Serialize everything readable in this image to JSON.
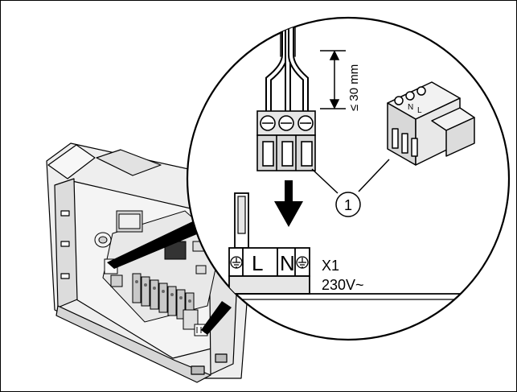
{
  "diagram": {
    "dimension_label": "≤ 30 mm",
    "callout_number": "1",
    "terminal_l": "L",
    "terminal_n": "N",
    "connector_id": "X1",
    "voltage": "230V~",
    "plug_n": "N",
    "plug_l": "L"
  },
  "colors": {
    "line": "#000000",
    "light_gray": "#e6e6e6",
    "mid_gray": "#bdbdbd"
  }
}
